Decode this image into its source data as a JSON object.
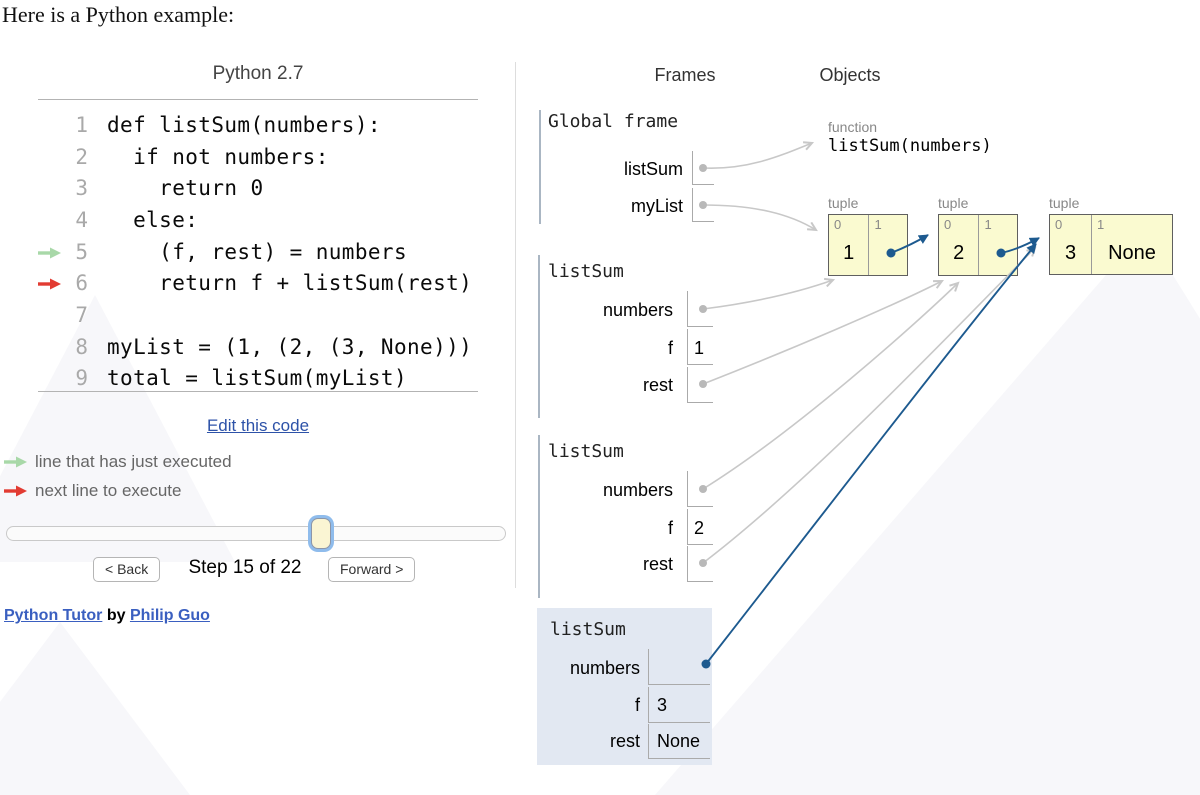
{
  "page": {
    "intro_text": "Here is a Python example:"
  },
  "code_panel": {
    "title": "Python 2.7",
    "lines": [
      {
        "num": "1",
        "text": "def listSum(numbers):"
      },
      {
        "num": "2",
        "text": "  if not numbers:"
      },
      {
        "num": "3",
        "text": "    return 0"
      },
      {
        "num": "4",
        "text": "  else:"
      },
      {
        "num": "5",
        "text": "    (f, rest) = numbers",
        "marker": "just-executed"
      },
      {
        "num": "6",
        "text": "    return f + listSum(rest)",
        "marker": "next-to-execute"
      },
      {
        "num": "7",
        "text": ""
      },
      {
        "num": "8",
        "text": "myList = (1, (2, (3, None)))"
      },
      {
        "num": "9",
        "text": "total = listSum(myList)"
      }
    ],
    "edit_link_label": "Edit this code",
    "legend": {
      "just_executed": "line that has just executed",
      "next_to_execute": "next line to execute"
    },
    "controls": {
      "back_label": "< Back",
      "step_label": "Step 15 of 22",
      "forward_label": "Forward >",
      "current_step": "15",
      "total_steps": "22"
    },
    "credit": {
      "tool_link": "Python Tutor",
      "connector": "by",
      "author_link": "Philip Guo"
    }
  },
  "viz_panel": {
    "frames_header": "Frames",
    "objects_header": "Objects",
    "global_frame": {
      "label": "Global frame",
      "vars": [
        {
          "name": "listSum"
        },
        {
          "name": "myList"
        }
      ]
    },
    "frame1": {
      "label": "listSum",
      "vars": [
        {
          "name": "numbers"
        },
        {
          "name": "f",
          "value": "1"
        },
        {
          "name": "rest"
        }
      ]
    },
    "frame2": {
      "label": "listSum",
      "vars": [
        {
          "name": "numbers"
        },
        {
          "name": "f",
          "value": "2"
        },
        {
          "name": "rest"
        }
      ]
    },
    "frame3": {
      "label": "listSum",
      "vars": [
        {
          "name": "numbers"
        },
        {
          "name": "f",
          "value": "3"
        },
        {
          "name": "rest",
          "value": "None"
        }
      ]
    },
    "function_obj": {
      "type_label": "function",
      "code": "listSum(numbers)"
    },
    "tuple1": {
      "type_label": "tuple",
      "idx0": "0",
      "idx1": "1",
      "val0": "1"
    },
    "tuple2": {
      "type_label": "tuple",
      "idx0": "0",
      "idx1": "1",
      "val0": "2"
    },
    "tuple3": {
      "type_label": "tuple",
      "idx0": "0",
      "idx1": "1",
      "val0": "3",
      "val1": "None"
    }
  },
  "colors": {
    "pointer_blue": "#1d5a8f",
    "pointer_gray": "#c8c8c8",
    "dot_gray": "#b9b9b9",
    "just_executed_green": "#a8d8a8",
    "next_execute_red": "#e23b32",
    "tuple_fill": "#fafad0",
    "highlight_frame_fill": "#e2e8f2",
    "link_blue": "#3a5fc0"
  }
}
